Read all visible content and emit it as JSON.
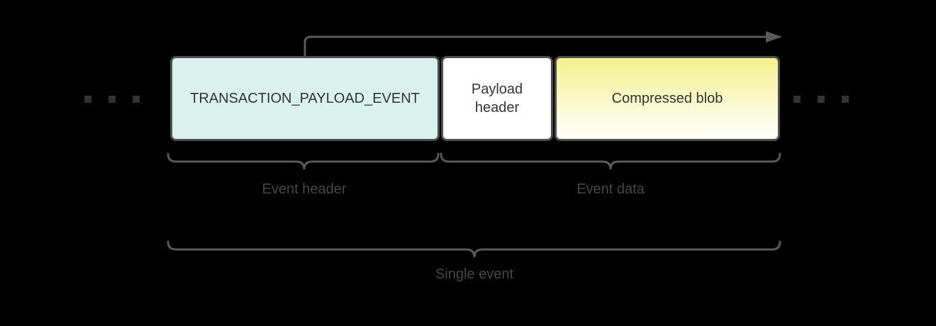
{
  "canvas": {
    "background": "#000000"
  },
  "boxes": [
    {
      "label": "TRANSACTION_PAYLOAD_EVENT",
      "fill": "#d9f2ee",
      "border": "#4d4d4d",
      "text_color": "#333333"
    },
    {
      "label": "Payload header",
      "fill": "#ffffff",
      "border": "#4d4d4d",
      "text_color": "#333333"
    },
    {
      "label": "Compressed blob",
      "fill_gradient_top": "#f4f18c",
      "fill_gradient_bottom": "#fefef8",
      "border": "#4d4d4d",
      "text_color": "#333333"
    }
  ],
  "brace_labels": [
    {
      "label": "Event header"
    },
    {
      "label": "Event data"
    },
    {
      "label": "Single event"
    }
  ],
  "decorations": {
    "arrow_color": "#595959",
    "brace_color": "#595959",
    "label_text_color": "#474747",
    "ellipsis_dot_color": "#333333",
    "ellipsis_left_dots": 3,
    "ellipsis_right_dots": 3
  }
}
